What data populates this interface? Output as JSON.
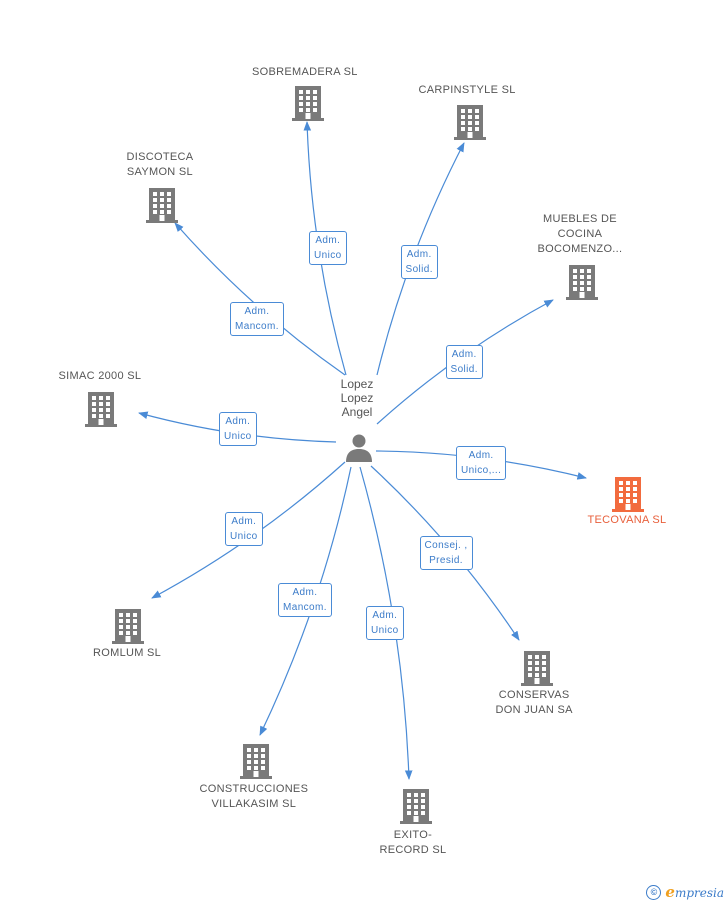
{
  "center": {
    "name_lines": [
      "Lopez",
      "Lopez",
      "Angel"
    ]
  },
  "companies": [
    {
      "id": "sobremadera",
      "lines": [
        "SOBREMADERA SL"
      ],
      "role_lines": [
        "Adm.",
        "Unico"
      ],
      "highlight": false
    },
    {
      "id": "carpinstyle",
      "lines": [
        "CARPINSTYLE SL"
      ],
      "role_lines": [
        "Adm.",
        "Solid."
      ],
      "highlight": false
    },
    {
      "id": "discoteca",
      "lines": [
        "DISCOTECA",
        "SAYMON SL"
      ],
      "role_lines": [
        "Adm.",
        "Mancom."
      ],
      "highlight": false
    },
    {
      "id": "muebles",
      "lines": [
        "MUEBLES DE",
        "COCINA",
        "BOCOMENZO..."
      ],
      "role_lines": [
        "Adm.",
        "Solid."
      ],
      "highlight": false
    },
    {
      "id": "simac",
      "lines": [
        "SIMAC 2000 SL"
      ],
      "role_lines": [
        "Adm.",
        "Unico"
      ],
      "highlight": false
    },
    {
      "id": "tecovana",
      "lines": [
        "TECOVANA SL"
      ],
      "role_lines": [
        "Adm.",
        "Unico,..."
      ],
      "highlight": true
    },
    {
      "id": "romlum",
      "lines": [
        "ROMLUM SL"
      ],
      "role_lines": [
        "Adm.",
        "Unico"
      ],
      "highlight": false
    },
    {
      "id": "conservas",
      "lines": [
        "CONSERVAS",
        "DON JUAN SA"
      ],
      "role_lines": [
        "Consej. ,",
        "Presid."
      ],
      "highlight": false
    },
    {
      "id": "construcciones",
      "lines": [
        "CONSTRUCCIONES",
        "VILLAKASIM SL"
      ],
      "role_lines": [
        "Adm.",
        "Mancom."
      ],
      "highlight": false
    },
    {
      "id": "exito",
      "lines": [
        "EXITO-",
        "RECORD SL"
      ],
      "role_lines": [
        "Adm.",
        "Unico"
      ],
      "highlight": false
    }
  ],
  "colors": {
    "node": "#7a7a7a",
    "highlight": "#f26b3e",
    "edge": "#4a8bd6"
  },
  "footer": {
    "copyright_symbol": "©",
    "brand_initial": "e",
    "brand_rest": "mpresia"
  }
}
